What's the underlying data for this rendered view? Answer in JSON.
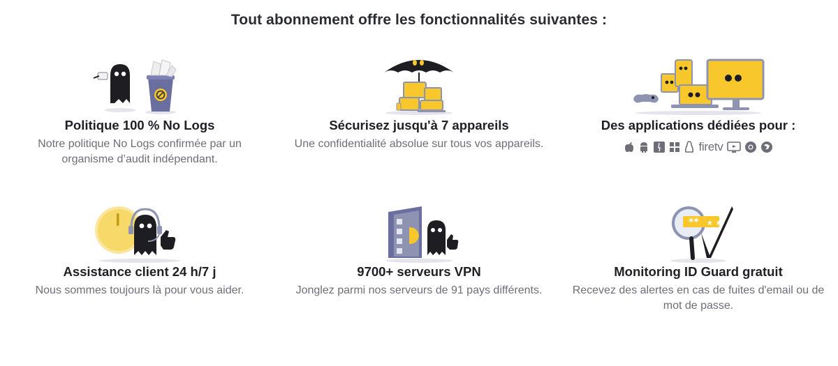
{
  "heading": "Tout abonnement offre les fonctionnalités suivantes :",
  "features": [
    {
      "title": "Politique 100 % No Logs",
      "description": "Notre politique No Logs confirmée par un organisme d’audit indépendant.",
      "illustration": "ghost-shredding-papers-trash-bin"
    },
    {
      "title": "Sécurisez jusqu'à 7 appareils",
      "description": "Une confidentialité absolue sur tous vos appareils.",
      "illustration": "umbrella-over-devices"
    },
    {
      "title": "Des applications dédiées pour :",
      "description": "",
      "illustration": "devices-with-ghost-eyes"
    },
    {
      "title": "Assistance client 24 h/7 j",
      "description": "Nous sommes toujours là pour vous aider.",
      "illustration": "ghost-with-headset-clock-thumbs-up"
    },
    {
      "title": "9700+ serveurs VPN",
      "description": "Jonglez parmi nos serveurs de 91 pays différents.",
      "illustration": "server-rack-ghost-thumbs-up"
    },
    {
      "title": "Monitoring ID Guard gratuit",
      "description": "Recevez des alertes en cas de fuites d'email ou de mot de passe.",
      "illustration": "magnifier-password-checkmark"
    }
  ],
  "platforms": {
    "icons": [
      "apple-icon",
      "android-icon",
      "finder-icon",
      "windows-icon",
      "linux-icon",
      "firetv-icon",
      "smart-tv-icon",
      "chrome-icon",
      "firefox-icon"
    ],
    "firetv_text": "firetv",
    "mark": "★ ★"
  },
  "password_mask": "**",
  "colors": {
    "accent_yellow": "#f7c72b",
    "dark": "#1d1d22",
    "text": "#2b2b33",
    "muted": "#6e6e78",
    "device_blue": "#8d93b0"
  }
}
